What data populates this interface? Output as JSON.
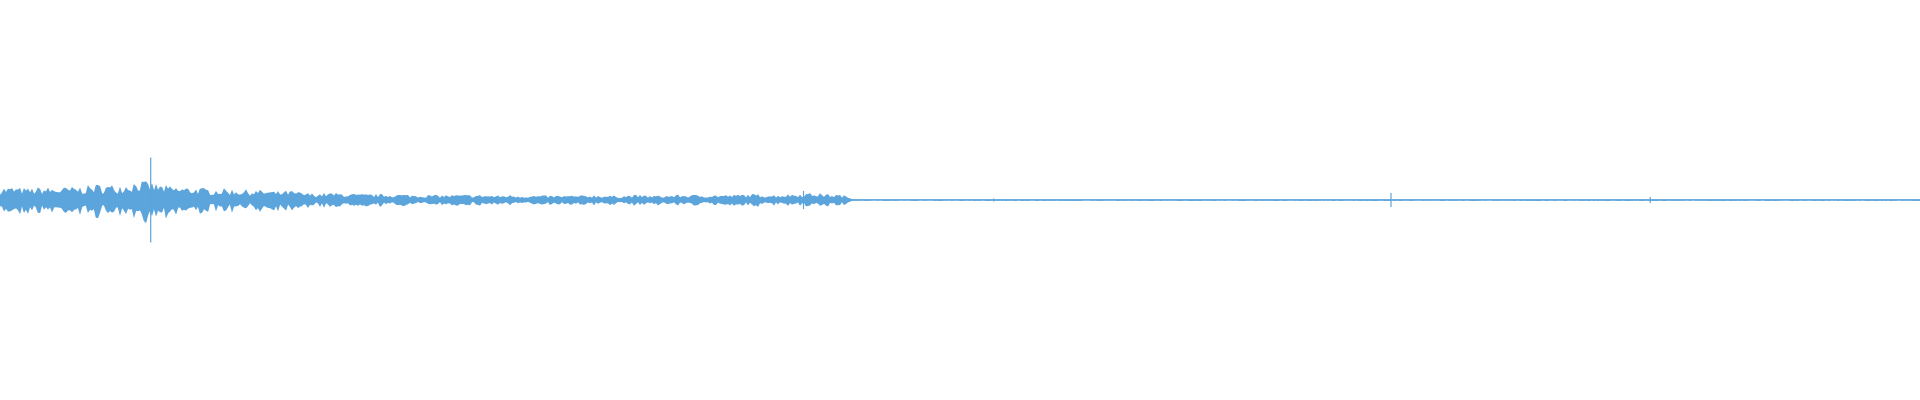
{
  "waveform": {
    "color": "#5ba4dc",
    "background": "#ffffff",
    "envelope": [
      0.18,
      0.18,
      0.16,
      0.18,
      0.17,
      0.18,
      0.19,
      0.22,
      0.21,
      0.23,
      0.28,
      0.24,
      0.2,
      0.18,
      0.18,
      0.16,
      0.16,
      0.15,
      0.14,
      0.14,
      0.12,
      0.13,
      0.1,
      0.09,
      0.1,
      0.09,
      0.08,
      0.08,
      0.08,
      0.08,
      0.07,
      0.07,
      0.07,
      0.07,
      0.07,
      0.07,
      0.06,
      0.07,
      0.06,
      0.06,
      0.06,
      0.06,
      0.06,
      0.07,
      0.06,
      0.06,
      0.07,
      0.06,
      0.06,
      0.07,
      0.07,
      0.07,
      0.07,
      0.07,
      0.08,
      0.08,
      0.07,
      0.08,
      0.09,
      0.1,
      0.08,
      0.07,
      0.0,
      0.0,
      0.0,
      0.0,
      0.0,
      0.0,
      0.0,
      0.0,
      0.0,
      0.0,
      0.0,
      0.0,
      0.0,
      0.0,
      0.0,
      0.0,
      0.0,
      0.0,
      0.0,
      0.0,
      0.0,
      0.0,
      0.0,
      0.0,
      0.0,
      0.0,
      0.0,
      0.0,
      0.0,
      0.0,
      0.0,
      0.0,
      0.0,
      0.0,
      0.0,
      0.0,
      0.0,
      0.0,
      0.0,
      0.0,
      0.0,
      0.0,
      0.0,
      0.0,
      0.0,
      0.0,
      0.0,
      0.0,
      0.0,
      0.0,
      0.0,
      0.0,
      0.0,
      0.0,
      0.0,
      0.0,
      0.0,
      0.0,
      0.0,
      0.0,
      0.0,
      0.0,
      0.0,
      0.0,
      0.0,
      0.0,
      0.0,
      0.0,
      0.0,
      0.0,
      0.0,
      0.0,
      0.0,
      0.0,
      0.0,
      0.0,
      0.0,
      0.0
    ],
    "peaks": [
      {
        "t": 0.0785,
        "amplitude": 0.85
      },
      {
        "t": 0.1845,
        "amplitude": 0.12
      },
      {
        "t": 0.4185,
        "amplitude": 0.18
      },
      {
        "t": 0.5175,
        "amplitude": 0.02
      },
      {
        "t": 0.7245,
        "amplitude": 0.14
      },
      {
        "t": 0.8595,
        "amplitude": 0.06
      }
    ]
  }
}
